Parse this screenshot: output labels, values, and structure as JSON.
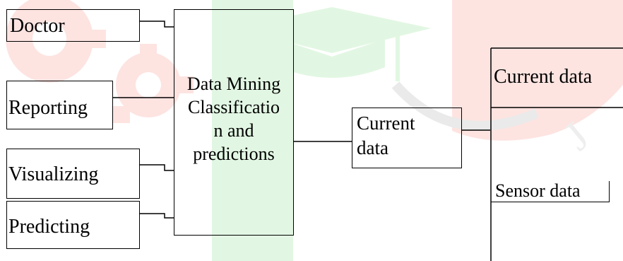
{
  "diagram": {
    "inputs": [
      {
        "id": "doctor",
        "label": "Doctor"
      },
      {
        "id": "reporting",
        "label": "Reporting"
      },
      {
        "id": "visualizing",
        "label": "Visualizing"
      },
      {
        "id": "predicting",
        "label": "Predicting"
      }
    ],
    "mining_box": {
      "lines": [
        "Data Mining",
        "Classificatio",
        "n and",
        "predictions"
      ]
    },
    "current_data_box": {
      "lines": [
        "Current",
        "data"
      ]
    },
    "right_panel": {
      "top_label": "Current data",
      "sensor_label": "Sensor data"
    }
  },
  "colors": {
    "border": "#000000",
    "watermark_red": "#fde4e1",
    "watermark_green": "#e2f7e3"
  }
}
